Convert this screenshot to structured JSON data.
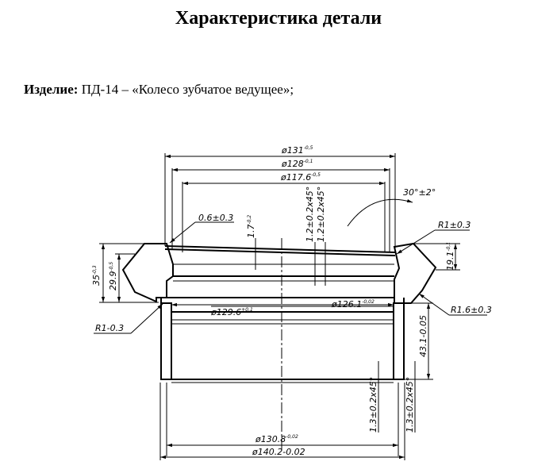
{
  "title": "Характеристика детали",
  "product": {
    "label": "Изделие:",
    "value": "ПД-14 – «Колесо зубчатое ведущее»;"
  },
  "drawing": {
    "dims": {
      "d131": "ø131",
      "d131_tol": "-0,5",
      "d128": "ø128",
      "d128_tol": "-0,1",
      "d117": "ø117.6",
      "d117_tol": "-0,5",
      "angle": "30°±2°",
      "chamfer06": "0.6±0.3",
      "h17": "1.7",
      "h17_tol": "-0,2",
      "ch12a": "1.2±0.2x45°",
      "ch12b": "1.2±0.2x45°",
      "r1": "R1±0.3",
      "h191": "19.1",
      "h191_tol": "-0,1",
      "h35": "35",
      "h35_tol": "-0,3",
      "h299": "29.9",
      "h299_tol": "-0,5",
      "d1296": "ø129.6",
      "d1296_tol": "+0,1",
      "d1261": "ø126.1",
      "d1261_tol": "-0,02",
      "r16": "R1.6±0.3",
      "r1l": "R1-0.3",
      "h431": "43.1-0.05",
      "ch13a": "1.3±0.2x45°",
      "ch13b": "1.3±0.2x45°",
      "d1308": "ø130.8",
      "d1308_tol": "-0,02",
      "d1402": "ø140.2-0.02"
    }
  }
}
